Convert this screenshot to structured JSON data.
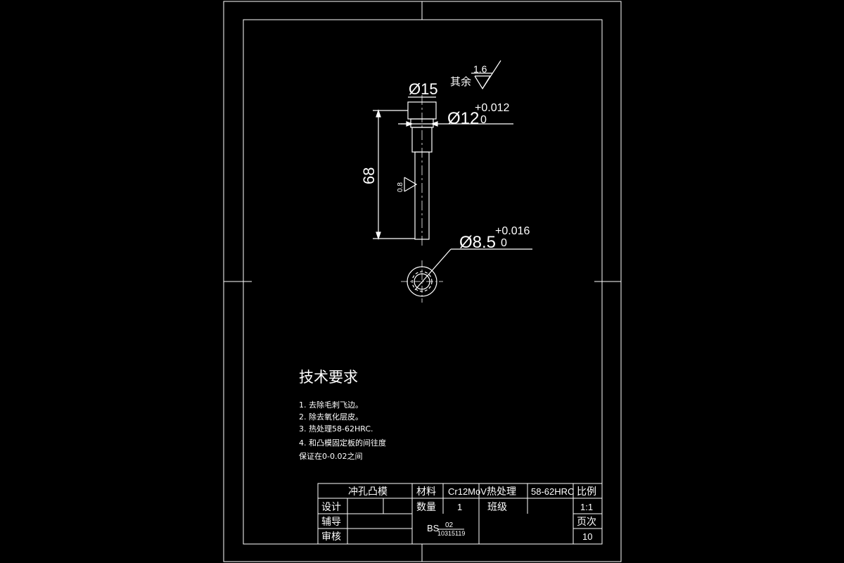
{
  "drawing": {
    "dim_d15": "Ø15",
    "dim_d12": "Ø12",
    "dim_d12_upper": "+0.012",
    "dim_d12_lower": "0",
    "dim_d85": "Ø8.5",
    "dim_d85_upper": "+0.016",
    "dim_d85_lower": "0",
    "dim_length": "68",
    "roughness_other_label": "其余",
    "roughness_other_value": "1.6",
    "roughness_shaft_value": "0.8"
  },
  "tech_requirements": {
    "title": "技术要求",
    "items": [
      "1. 去除毛刺飞边。",
      "2. 除去氧化层皮。",
      "3. 热处理58-62HRC.",
      "4. 和凸模固定板的间往度",
      "保证在0-0.02之间"
    ]
  },
  "title_block": {
    "part_name": "冲孔凸模",
    "material_label": "材料",
    "material_value": "Cr12MoV",
    "heat_label": "热处理",
    "heat_value": "58-62HRC",
    "scale_label": "比例",
    "scale_value": "1:1",
    "design_label": "设计",
    "qty_label": "数量",
    "qty_value": "1",
    "class_label": "班级",
    "tutor_label": "辅导",
    "page_label": "页次",
    "page_value": "10",
    "review_label": "审核",
    "drawing_no_prefix": "BS",
    "drawing_no_top": "02",
    "drawing_no_bottom": "10315119"
  }
}
